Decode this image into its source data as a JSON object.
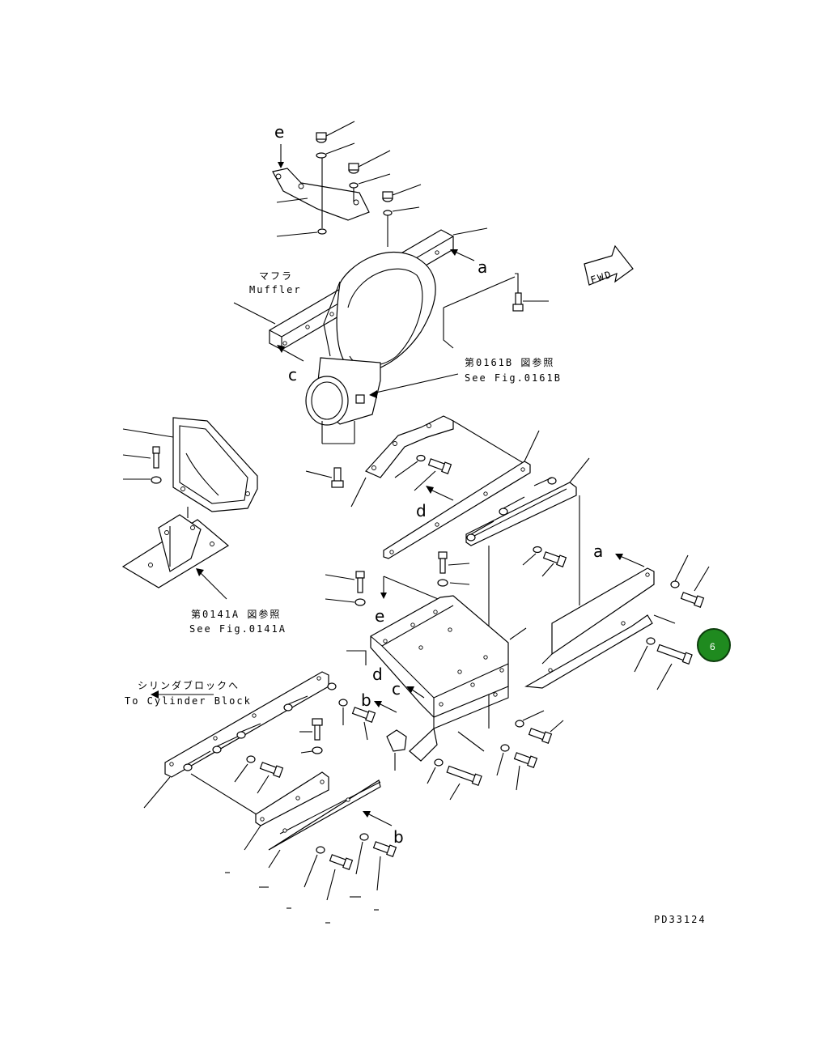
{
  "diagram": {
    "labels": {
      "muffler_jp": "マフラ",
      "muffler_en": "Muffler",
      "fig0161b_jp": "第0161B 図参照",
      "fig0161b_en": "See Fig.0161B",
      "fig0141a_jp": "第0141A 図参照",
      "fig0141a_en": "See Fig.0141A",
      "cylinder_jp": "シリンダブロックへ",
      "cylinder_en": "To Cylinder Block",
      "fwd": "FWD",
      "part_code": "PD33124"
    },
    "callouts": {
      "a": "a",
      "b": "b",
      "c": "c",
      "d": "d",
      "e": "e"
    },
    "badge": {
      "number": "6",
      "color": "#1f8a1f"
    }
  }
}
